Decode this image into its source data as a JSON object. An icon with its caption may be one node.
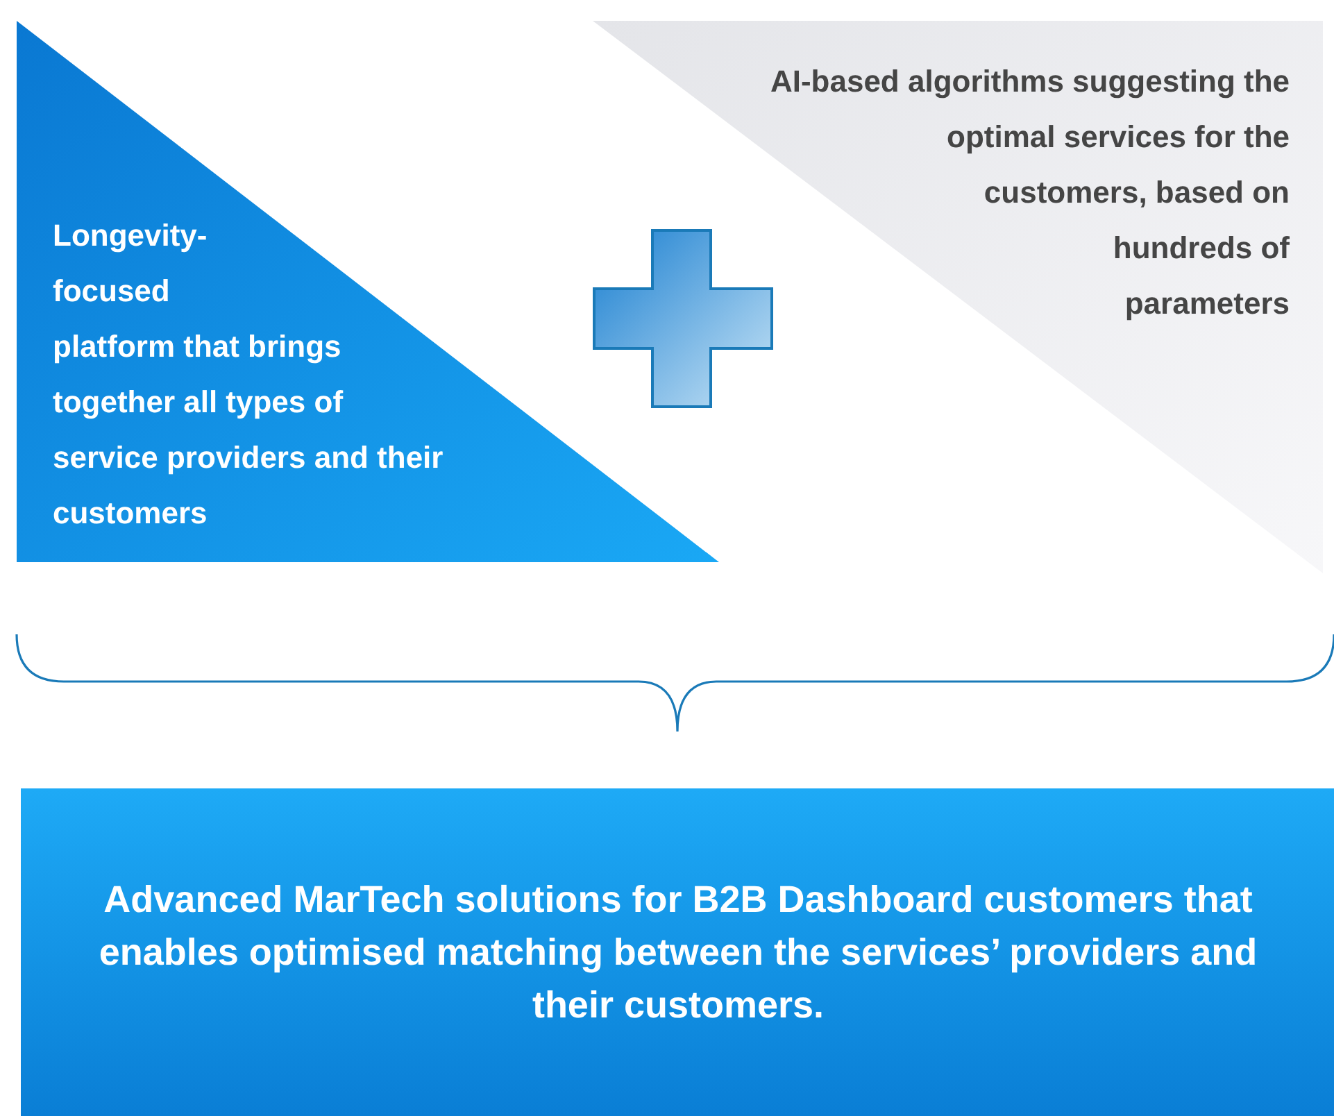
{
  "diagram": {
    "nodes": [
      {
        "text": [
          "Longevity-focused platform that brings together all types of service providers and their customers"
        ]
      },
      {
        "text": [
          "AI-based algorithms suggesting the optimal services for the customers, based on hundreds of parameters"
        ]
      },
      {
        "text": [
          "Advanced MarTech solutions for B2B Dashboard customers that enables optimised matching between the services’ providers and their customers."
        ]
      }
    ]
  }
}
